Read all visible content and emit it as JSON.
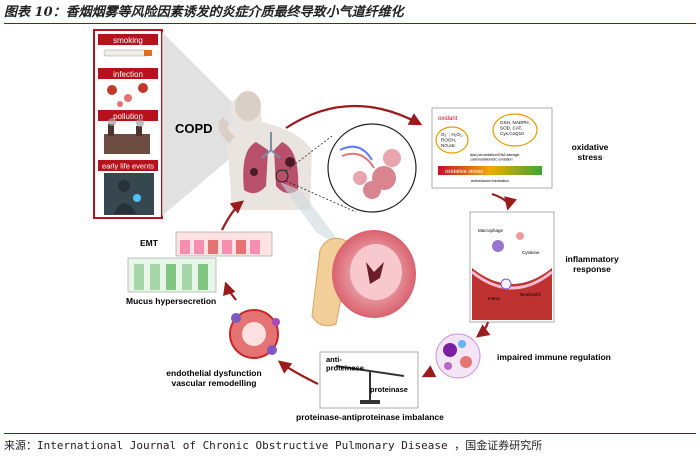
{
  "title": "图表 10：香烟烟雾等风险因素诱发的炎症介质最终导致小气道纤维化",
  "source": "来源：International Journal of Chronic Obstructive Pulmonary Disease ，国金证券研究所",
  "risk_factors": [
    "smoking",
    "infection",
    "pollution",
    "early life events"
  ],
  "center_label": "COPD",
  "stages": {
    "oxidative": "oxidative\nstress",
    "inflammatory": "inflammatory\nresponse",
    "immune": "impaired immune regulation",
    "imbalance": "proteinase-antiproteinase imbalance",
    "endothelial": "endothelial dysfunction\nvascular remodelling",
    "mucus": "Mucus hypersecretion",
    "emt": "EMT"
  },
  "oxidative_panel": {
    "oxidant_label": "oxidant",
    "oxidants": "O₂⁻, H₂O₂,\nROOH,\nNO,etc",
    "antioxidants": "GSH, NADPH,\nSOD, CAT,\nCys,CoQ10",
    "damage_note": "lipid peroxidation/DNA damage\ncarbonylation/etc oxidation",
    "bar_label": "oxidative stress",
    "bar_sub": "antioxidance inactivation"
  },
  "inflammatory_panel": {
    "labels": [
      "Macrophage",
      "Cytokine",
      "Neutrophil",
      "Intera"
    ]
  },
  "scale_panel": {
    "left": "anti-\nproteinase",
    "right": "proteinase"
  },
  "colors": {
    "rule": "#b30000",
    "risk_border": "#b5121b",
    "arrow": "#9a1b1b",
    "ox_gradient_start": "#c8102e",
    "ox_gradient_mid": "#f2a900",
    "ox_gradient_end": "#3aa832"
  }
}
